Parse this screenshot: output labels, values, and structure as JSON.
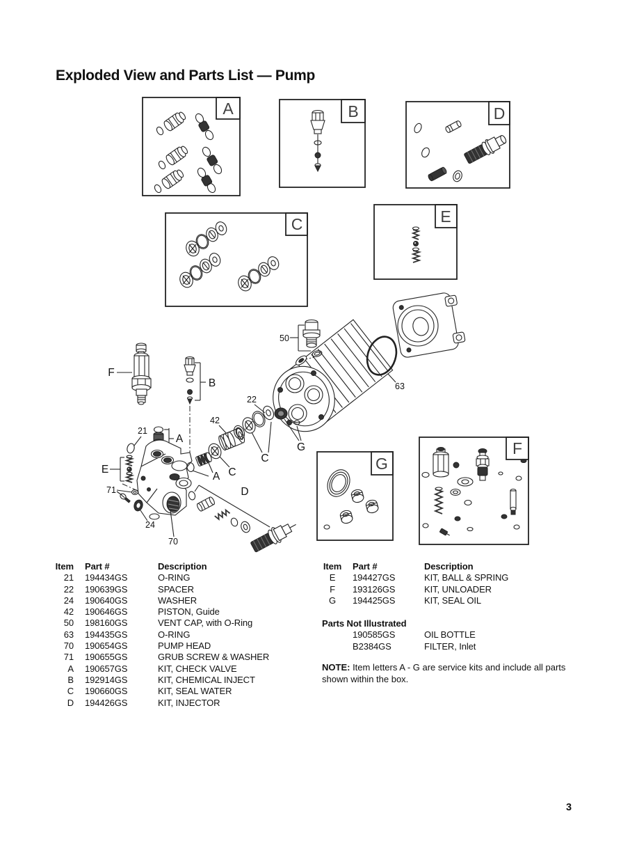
{
  "page": {
    "title": "Exploded View and Parts List — Pump",
    "page_number": "3"
  },
  "kit_boxes": {
    "a": "A",
    "b": "B",
    "c": "C",
    "d": "D",
    "e": "E",
    "f": "F",
    "g": "G"
  },
  "callouts": {
    "c50": "50",
    "c63": "63",
    "c22": "22",
    "c42": "42",
    "c21": "21",
    "c24": "24",
    "c70": "70",
    "c71": "71",
    "cA1": "A",
    "cA2": "A",
    "cB": "B",
    "cC1": "C",
    "cC2": "C",
    "cD": "D",
    "cE": "E",
    "cF": "F",
    "cG": "G"
  },
  "parts_list": {
    "left": {
      "headers": {
        "item": "Item",
        "part": "Part #",
        "desc": "Description"
      },
      "rows": [
        {
          "item": "21",
          "part": "194434GS",
          "desc": "O-RING"
        },
        {
          "item": "22",
          "part": "190639GS",
          "desc": "SPACER"
        },
        {
          "item": "24",
          "part": "190640GS",
          "desc": "WASHER"
        },
        {
          "item": "42",
          "part": "190646GS",
          "desc": "PISTON, Guide"
        },
        {
          "item": "50",
          "part": "198160GS",
          "desc": "VENT CAP, with O-Ring"
        },
        {
          "item": "63",
          "part": "194435GS",
          "desc": "O-RING"
        },
        {
          "item": "70",
          "part": "190654GS",
          "desc": "PUMP HEAD"
        },
        {
          "item": "71",
          "part": "190655GS",
          "desc": "GRUB SCREW & WASHER"
        },
        {
          "item": "A",
          "part": "190657GS",
          "desc": "KIT, CHECK VALVE"
        },
        {
          "item": "B",
          "part": "192914GS",
          "desc": "KIT, CHEMICAL INJECT"
        },
        {
          "item": "C",
          "part": "190660GS",
          "desc": "KIT, SEAL WATER"
        },
        {
          "item": "D",
          "part": "194426GS",
          "desc": "KIT, INJECTOR"
        }
      ]
    },
    "right": {
      "headers": {
        "item": "Item",
        "part": "Part #",
        "desc": "Description"
      },
      "rows": [
        {
          "item": "E",
          "part": "194427GS",
          "desc": "KIT, BALL & SPRING"
        },
        {
          "item": "F",
          "part": "193126GS",
          "desc": "KIT, UNLOADER"
        },
        {
          "item": "G",
          "part": "194425GS",
          "desc": "KIT, SEAL OIL"
        }
      ]
    },
    "not_illustrated": {
      "heading": "Parts Not Illustrated",
      "rows": [
        {
          "part": "190585GS",
          "desc": "OIL BOTTLE"
        },
        {
          "part": "B2384GS",
          "desc": "FILTER, Inlet"
        }
      ]
    },
    "note": {
      "label": "NOTE:",
      "text": " Item letters A - G are service kits and include all parts shown within the box."
    }
  }
}
